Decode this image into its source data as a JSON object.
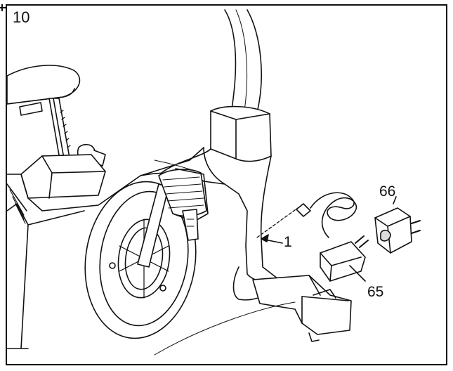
{
  "figure": {
    "step_number": "10",
    "callouts": {
      "part_1": "1",
      "part_65": "65",
      "part_66": "66"
    }
  },
  "colors": {
    "line": "#111111",
    "fill": "#ffffff",
    "shade": "#dcdcdc"
  },
  "icons": [
    "exercise-bike-illustration",
    "power-adapter-illustration",
    "plug-adapter-illustration"
  ]
}
